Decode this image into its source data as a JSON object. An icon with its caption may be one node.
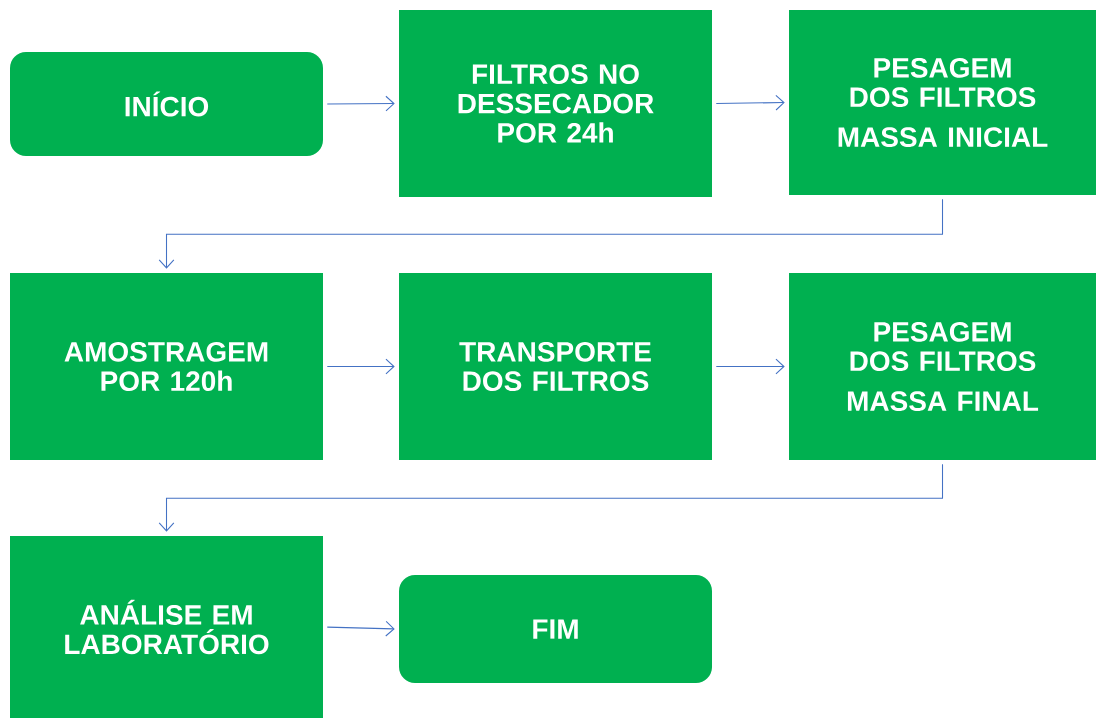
{
  "diagram": {
    "nodes": [
      {
        "text": [
          "INÍCIO"
        ]
      },
      {
        "text": [
          "FILTROS NO DESSECADOR POR 24h"
        ]
      },
      {
        "text": [
          "PESAGEM DOS FILTROS",
          "MASSA INICIAL"
        ]
      },
      {
        "text": [
          "AMOSTRAGEM POR 120h"
        ]
      },
      {
        "text": [
          "TRANSPORTE DOS FILTROS"
        ]
      },
      {
        "text": [
          "PESAGEM DOS FILTROS",
          "MASSA FINAL"
        ]
      },
      {
        "text": [
          "ANÁLISE EM LABORATÓRIO"
        ]
      },
      {
        "text": [
          "FIM"
        ]
      }
    ],
    "edges": [
      {
        "from": 0,
        "to": 1,
        "arrow": "to"
      },
      {
        "from": 1,
        "to": 2,
        "arrow": "to"
      },
      {
        "from": 2,
        "to": 3,
        "arrow": "to"
      },
      {
        "from": 3,
        "to": 4,
        "arrow": "to"
      },
      {
        "from": 4,
        "to": 5,
        "arrow": "to"
      },
      {
        "from": 5,
        "to": 6,
        "arrow": "to"
      },
      {
        "from": 6,
        "to": 7,
        "arrow": "to"
      }
    ]
  }
}
